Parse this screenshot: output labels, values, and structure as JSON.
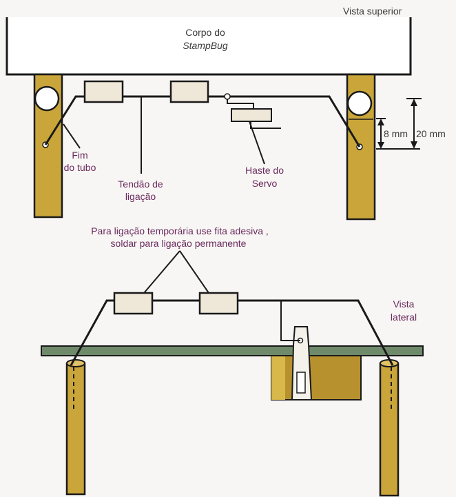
{
  "top_view": {
    "title": "Vista superior",
    "body_label_line1": "Corpo do",
    "body_label_line2": "StampBug",
    "tube_end_line1": "Fim",
    "tube_end_line2": "do tubo",
    "tendon_line1": "Tendão de",
    "tendon_line2": "ligação",
    "servo_line1": "Haste do",
    "servo_line2": "Servo",
    "dim_small": "8 mm",
    "dim_large": "20 mm"
  },
  "side_view": {
    "title_line1": "Vista",
    "title_line2": "lateral",
    "note_line1": "Para ligação temporária use fita adesiva ,",
    "note_line2": "soldar para ligação permanente"
  },
  "colors": {
    "tube": "#c9a53a",
    "board": "#6f8a6a",
    "label": "#6b2a5e",
    "servo": "#b8912f"
  }
}
